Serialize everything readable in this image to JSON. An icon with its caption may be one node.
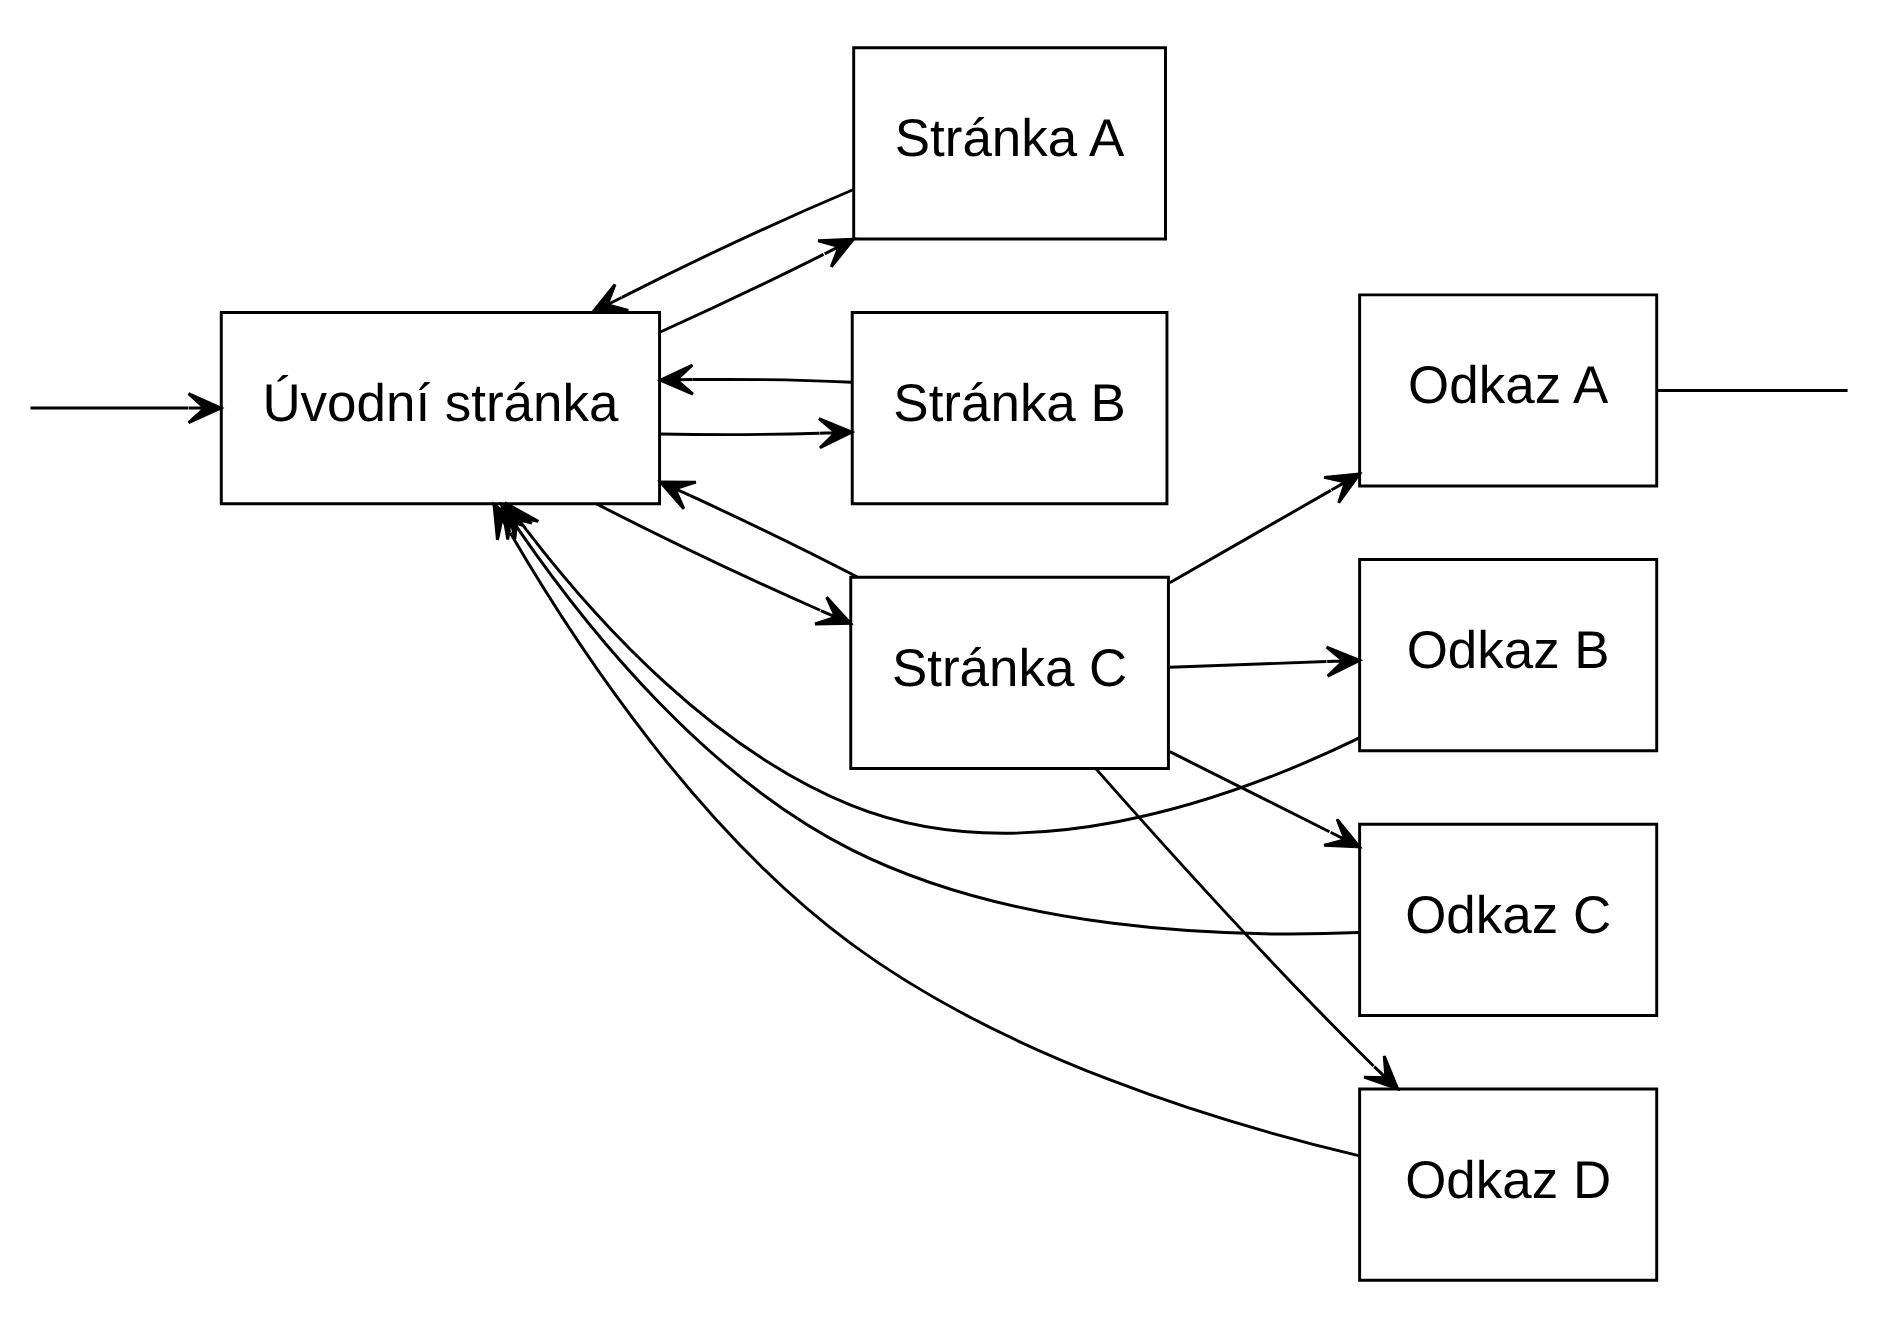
{
  "diagram": {
    "nodes": [
      {
        "text": [
          "Úvodní stránka"
        ]
      },
      {
        "text": [
          "Stránka A"
        ]
      },
      {
        "text": [
          "Stránka B"
        ]
      },
      {
        "text": [
          "Stránka C"
        ]
      },
      {
        "text": [
          "Odkaz A"
        ]
      },
      {
        "text": [
          "Odkaz B"
        ]
      },
      {
        "text": [
          "Odkaz C"
        ]
      },
      {
        "text": [
          "Odkaz D"
        ]
      }
    ],
    "edges": [
      {
        "from": 1,
        "to": 0,
        "arrow": "to"
      },
      {
        "from": 0,
        "to": 1,
        "arrow": "to"
      },
      {
        "from": 2,
        "to": 0,
        "arrow": "to"
      },
      {
        "from": 0,
        "to": 2,
        "arrow": "to"
      },
      {
        "from": 0,
        "to": 3,
        "arrow": "to"
      },
      {
        "from": 3,
        "to": 0,
        "arrow": "to"
      },
      {
        "from": 3,
        "to": 4,
        "arrow": "to"
      },
      {
        "from": 3,
        "to": 5,
        "arrow": "to"
      },
      {
        "from": 3,
        "to": 6,
        "arrow": "to"
      },
      {
        "from": 3,
        "to": 7,
        "arrow": "to"
      },
      {
        "from": 4,
        "to": null,
        "arrow": "none"
      },
      {
        "from": null,
        "to": 0,
        "arrow": "to"
      },
      {
        "from": 5,
        "to": 0,
        "arrow": "to"
      },
      {
        "from": 6,
        "to": 0,
        "arrow": "to"
      },
      {
        "from": 7,
        "to": 0,
        "arrow": "to"
      }
    ]
  }
}
